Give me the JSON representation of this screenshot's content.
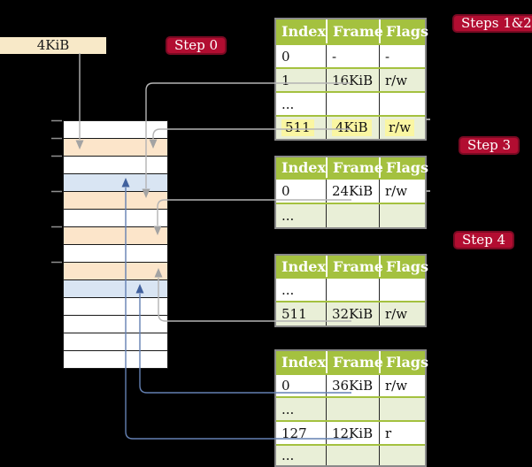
{
  "frame_box": {
    "label": "4KiB"
  },
  "step_labels": [
    {
      "text": "Step 0"
    },
    {
      "text": "Steps 1&2"
    },
    {
      "text": "Step 3"
    },
    {
      "text": "Step 4"
    }
  ],
  "tables": [
    {
      "headers": [
        "Index",
        "Frame",
        "Flags"
      ],
      "rows": [
        {
          "cells": [
            "0",
            "-",
            "-"
          ]
        },
        {
          "cells": [
            "1",
            "16KiB",
            "r/w"
          ]
        },
        {
          "cells": [
            "...",
            "",
            ""
          ]
        },
        {
          "cells": [
            "511",
            "4KiB",
            "r/w"
          ],
          "highlight": true
        }
      ]
    },
    {
      "headers": [
        "Index",
        "Frame",
        "Flags"
      ],
      "rows": [
        {
          "cells": [
            "0",
            "24KiB",
            "r/w"
          ]
        },
        {
          "cells": [
            "...",
            "",
            ""
          ]
        }
      ]
    },
    {
      "headers": [
        "Index",
        "Frame",
        "Flags"
      ],
      "rows": [
        {
          "cells": [
            "...",
            "",
            ""
          ]
        },
        {
          "cells": [
            "511",
            "32KiB",
            "r/w"
          ]
        }
      ]
    },
    {
      "headers": [
        "Index",
        "Frame",
        "Flags"
      ],
      "rows": [
        {
          "cells": [
            "0",
            "36KiB",
            "r/w"
          ]
        },
        {
          "cells": [
            "...",
            "",
            ""
          ]
        },
        {
          "cells": [
            "127",
            "12KiB",
            "r"
          ]
        },
        {
          "cells": [
            "...",
            "",
            ""
          ]
        }
      ]
    }
  ],
  "memory": {
    "rows": [
      {
        "fill": "white"
      },
      {
        "fill": "peach"
      },
      {
        "fill": "white"
      },
      {
        "fill": "blue"
      },
      {
        "fill": "peach"
      },
      {
        "fill": "white"
      },
      {
        "fill": "peach"
      },
      {
        "fill": "white"
      },
      {
        "fill": "peach"
      },
      {
        "fill": "blue"
      },
      {
        "fill": "white"
      },
      {
        "fill": "white"
      },
      {
        "fill": "white"
      },
      {
        "fill": "white"
      }
    ]
  },
  "connections": [
    {
      "from": "4KiB box",
      "to": "memory row 2",
      "color": "gray"
    },
    {
      "from": "table1 index 1 (16KiB)",
      "to": "memory row 5",
      "color": "gray"
    },
    {
      "from": "table1 index 511 (4KiB)",
      "to": "memory row 2",
      "color": "gray"
    },
    {
      "from": "table2 index 0 (24KiB)",
      "to": "memory row 7",
      "color": "gray"
    },
    {
      "from": "table3 index 511 (32KiB)",
      "to": "memory row 9",
      "color": "gray"
    },
    {
      "from": "table4 index 0 (36KiB)",
      "to": "memory row 10",
      "color": "blue"
    },
    {
      "from": "table4 index 127 (12KiB)",
      "to": "memory row 4",
      "color": "blue"
    }
  ],
  "colors": {
    "accent_red": "#b20d31",
    "table_header_green": "#a4c13f",
    "row_green": "#e9efd7",
    "highlight_yellow": "#faf6a2",
    "frame_peach": "#fce5ca",
    "page_blue": "#d9e5f3",
    "box_cream": "#f8e9c8",
    "line_gray": "#b4b4b4",
    "line_blue": "#6480b2"
  }
}
